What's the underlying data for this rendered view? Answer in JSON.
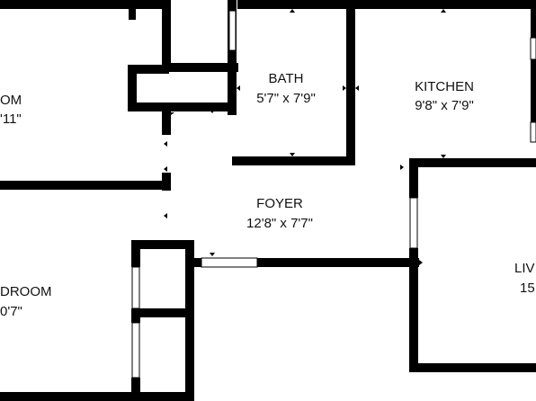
{
  "plan": {
    "wall_color": "#000000",
    "background_color": "#ffffff",
    "rooms": {
      "bedroom_top": {
        "name": "OM",
        "dims": "'11\""
      },
      "bath": {
        "name": "BATH",
        "dims": "5'7\" x 7'9\""
      },
      "kitchen": {
        "name": "KITCHEN",
        "dims": "9'8\" x 7'9\""
      },
      "foyer": {
        "name": "FOYER",
        "dims": "12'8\" x 7'7\""
      },
      "bedroom_bottom": {
        "name": "DROOM",
        "dims": "0'7\""
      },
      "living": {
        "name": "LIV",
        "dims": "15"
      }
    }
  }
}
